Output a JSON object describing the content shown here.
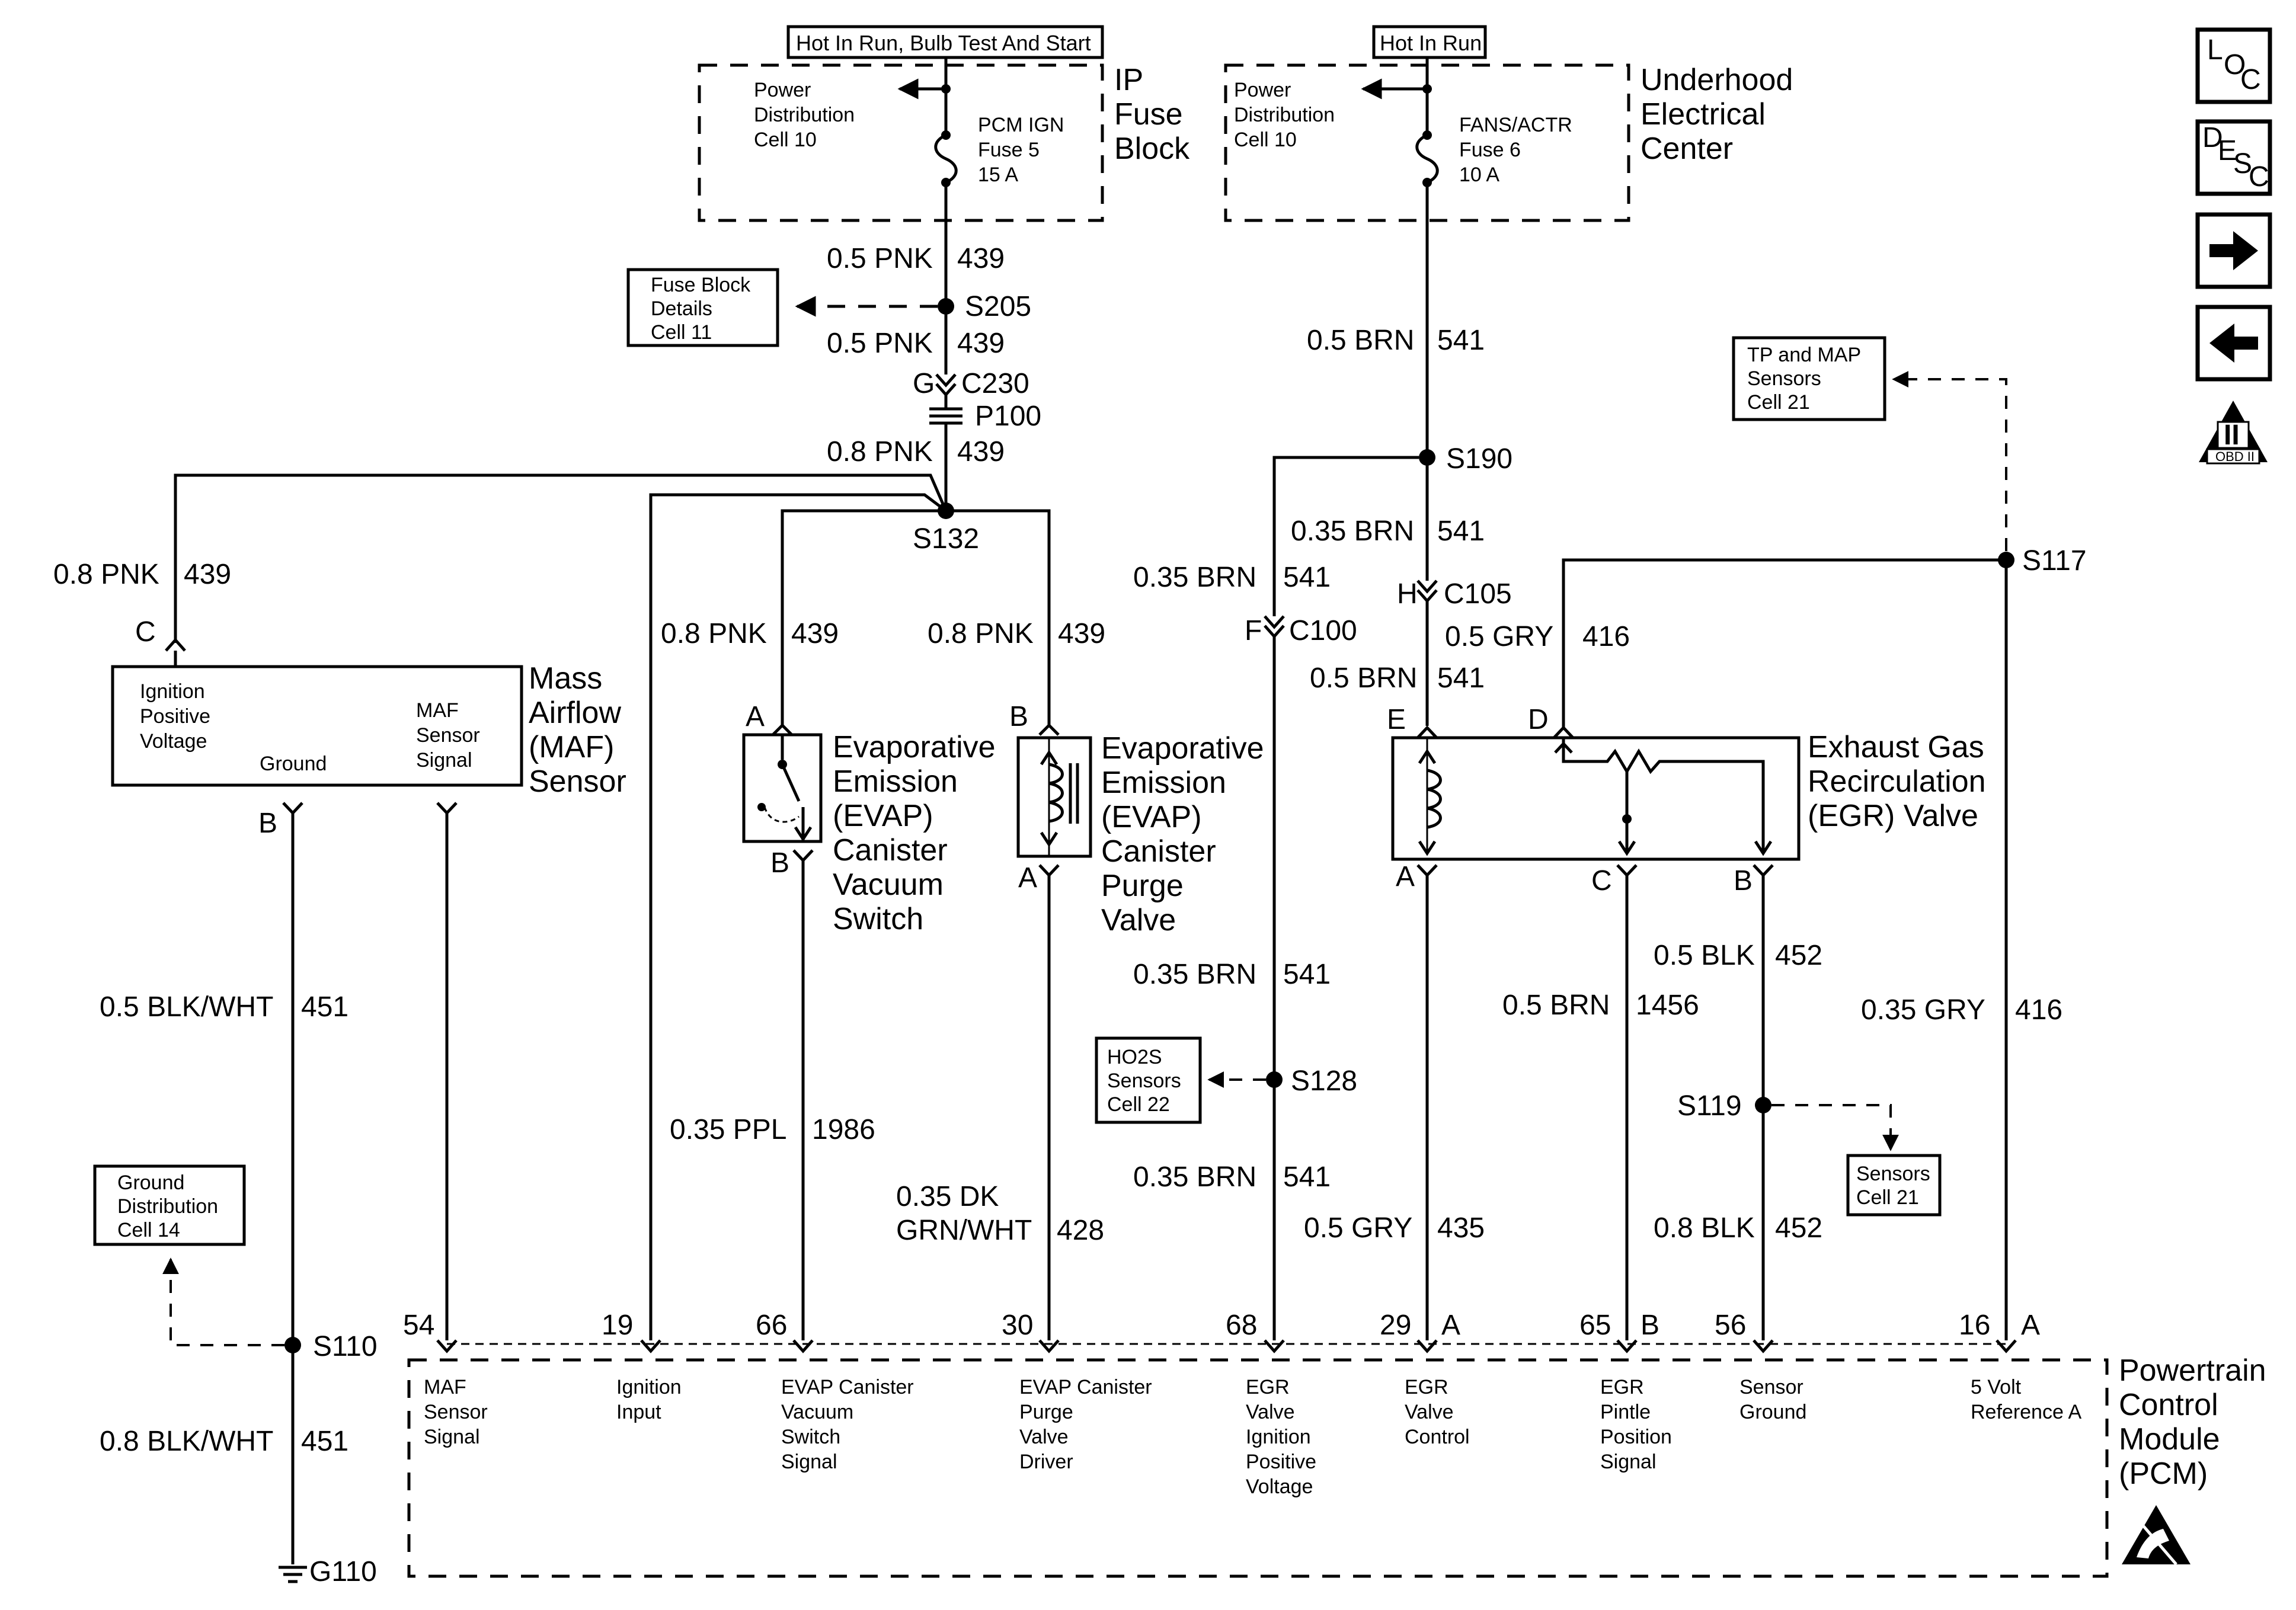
{
  "power": {
    "left_supply": "Hot In Run, Bulb Test And Start",
    "right_supply": "Hot In Run",
    "left_pd": [
      "Power",
      "Distribution",
      "Cell 10"
    ],
    "left_fuse": [
      "PCM IGN",
      "Fuse 5",
      "15 A"
    ],
    "left_block": [
      "IP",
      "Fuse",
      "Block"
    ],
    "right_pd": [
      "Power",
      "Distribution",
      "Cell 10"
    ],
    "right_fuse": [
      "FANS/ACTR",
      "Fuse 6",
      "10 A"
    ],
    "right_block": [
      "Underhood",
      "Electrical",
      "Center"
    ]
  },
  "references": {
    "fuse_block_details": [
      "Fuse Block",
      "Details",
      "Cell 11"
    ],
    "tp_map_sensors": [
      "TP and MAP",
      "Sensors",
      "Cell 21"
    ],
    "ho2s_sensors": [
      "HO2S",
      "Sensors",
      "Cell 22"
    ],
    "ground_distribution": [
      "Ground",
      "Distribution",
      "Cell 14"
    ],
    "sensors_cell": [
      "Sensors",
      "Cell 21"
    ]
  },
  "splices": {
    "s205": "S205",
    "s132": "S132",
    "s190": "S190",
    "s117": "S117",
    "s128": "S128",
    "s119": "S119",
    "s110": "S110",
    "g110": "G110"
  },
  "connectors": {
    "c230": "C230",
    "c230_pin": "G",
    "p100": "P100",
    "c105": "C105",
    "c105_pin": "H",
    "c100": "C100",
    "c100_pin": "F"
  },
  "wires": {
    "pnk_05_a": [
      "0.5 PNK",
      "439"
    ],
    "pnk_05_b": [
      "0.5 PNK",
      "439"
    ],
    "pnk_08_main": [
      "0.8 PNK",
      "439"
    ],
    "pnk_08_maf": [
      "0.8 PNK",
      "439"
    ],
    "pnk_08_switch": [
      "0.8 PNK",
      "439"
    ],
    "pnk_08_purge": [
      "0.8 PNK",
      "439"
    ],
    "brn_05_top": [
      "0.5 BRN",
      "541"
    ],
    "brn_035_mid": [
      "0.35 BRN",
      "541"
    ],
    "brn_035_left": [
      "0.35 BRN",
      "541"
    ],
    "gry_05_d": [
      "0.5 GRY",
      "416"
    ],
    "brn_05_e": [
      "0.5 BRN",
      "541"
    ],
    "blkwht_05": [
      "0.5 BLK/WHT",
      "451"
    ],
    "ppl_035": [
      "0.35 PPL",
      "1986"
    ],
    "dkgrn_035_l1": "0.35 DK",
    "dkgrn_035_l2": "GRN/WHT",
    "dkgrn_035_num": "428",
    "brn_035_s128_top": [
      "0.35 BRN",
      "541"
    ],
    "brn_035_s128_bot": [
      "0.35 BRN",
      "541"
    ],
    "gry_05_435": [
      "0.5 GRY",
      "435"
    ],
    "blk_05": [
      "0.5 BLK",
      "452"
    ],
    "brn_05_1456": [
      "0.5 BRN",
      "1456"
    ],
    "gry_035_416": [
      "0.35 GRY",
      "416"
    ],
    "blk_08": [
      "0.8 BLK",
      "452"
    ],
    "blkwht_08": [
      "0.8 BLK/WHT",
      "451"
    ]
  },
  "components": {
    "maf": {
      "name": [
        "Mass",
        "Airflow",
        "(MAF)",
        "Sensor"
      ],
      "ign": [
        "Ignition",
        "Positive",
        "Voltage"
      ],
      "ground": "Ground",
      "signal": [
        "MAF",
        "Sensor",
        "Signal"
      ],
      "pin_c": "C",
      "pin_b": "B"
    },
    "evap_switch": {
      "name": [
        "Evaporative",
        "Emission",
        "(EVAP)",
        "Canister",
        "Vacuum",
        "Switch"
      ],
      "pin_a": "A",
      "pin_b": "B"
    },
    "evap_purge": {
      "name": [
        "Evaporative",
        "Emission",
        "(EVAP)",
        "Canister",
        "Purge",
        "Valve"
      ],
      "pin_b": "B",
      "pin_a": "A"
    },
    "egr": {
      "name": [
        "Exhaust Gas",
        "Recirculation",
        "(EGR) Valve"
      ],
      "pin_e": "E",
      "pin_d": "D",
      "pin_a": "A",
      "pin_c": "C",
      "pin_b": "B"
    }
  },
  "pcm": {
    "name": [
      "Powertrain",
      "Control",
      "Module",
      "(PCM)"
    ],
    "pins": [
      {
        "num": "54",
        "letter": "",
        "label": [
          "MAF",
          "Sensor",
          "Signal"
        ]
      },
      {
        "num": "19",
        "letter": "",
        "label": [
          "Ignition",
          "Input"
        ]
      },
      {
        "num": "66",
        "letter": "",
        "label": [
          "EVAP Canister",
          "Vacuum",
          "Switch",
          "Signal"
        ]
      },
      {
        "num": "30",
        "letter": "",
        "label": [
          "EVAP Canister",
          "Purge",
          "Valve",
          "Driver"
        ]
      },
      {
        "num": "68",
        "letter": "",
        "label": [
          "EGR",
          "Valve",
          "Ignition",
          "Positive",
          "Voltage"
        ]
      },
      {
        "num": "29",
        "letter": "A",
        "label": [
          "EGR",
          "Valve",
          "Control"
        ]
      },
      {
        "num": "65",
        "letter": "B",
        "label": [
          "EGR",
          "Pintle",
          "Position",
          "Signal"
        ]
      },
      {
        "num": "56",
        "letter": "",
        "label": [
          "Sensor",
          "Ground"
        ]
      },
      {
        "num": "16",
        "letter": "A",
        "label": [
          "5 Volt",
          "Reference A"
        ]
      }
    ]
  },
  "sidebar": {
    "loc": [
      "L",
      "O",
      "C"
    ],
    "desc": [
      "D",
      "E",
      "S",
      "C"
    ],
    "obd_roman": "II",
    "obd_label": "OBD II"
  },
  "icons": {
    "forward": "arrow-right-icon",
    "back": "arrow-left-icon",
    "esd": "esd-warning-icon"
  }
}
